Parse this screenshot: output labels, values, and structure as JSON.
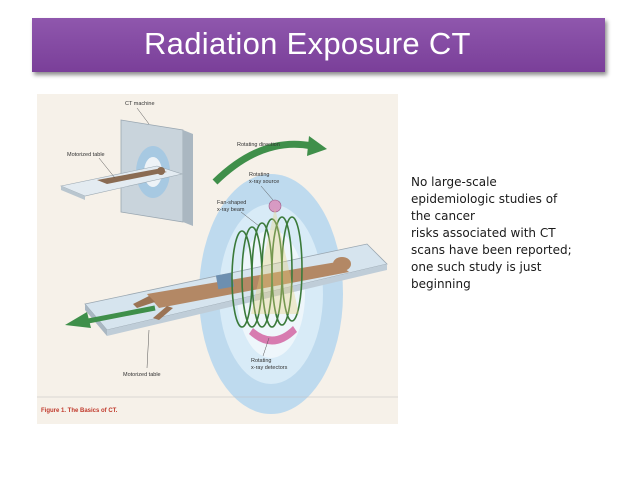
{
  "slide": {
    "title": "Radiation Exposure CT",
    "body_lines": [
      "No large-scale",
      "epidemiologic studies of",
      "the cancer",
      "risks associated with CT",
      "scans have been reported;",
      "one such study is just",
      "beginning"
    ]
  },
  "figure": {
    "labels": {
      "ct_machine": "CT machine",
      "motorized_table_top": "Motorized table",
      "rotating_direction": "Rotating direction",
      "xray_source": [
        "Rotating",
        "x-ray source"
      ],
      "fan_beam": [
        "Fan-shaped",
        "x-ray beam"
      ],
      "detectors": [
        "Rotating",
        "x-ray detectors"
      ],
      "motorized_table_bottom": "Motorized table"
    },
    "caption": "Figure 1. The Basics of CT.",
    "colors": {
      "ring": "#a9cde8",
      "table": "#d6e4ee",
      "arrow": "#3f8f4a",
      "coil": "#3a7a3a",
      "detector": "#d77bb0"
    }
  }
}
